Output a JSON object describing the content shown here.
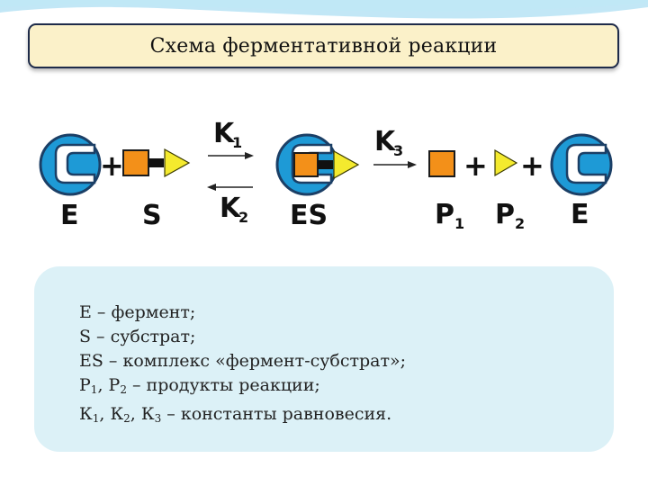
{
  "title": "Схема ферментативной реакции",
  "colors": {
    "enzyme": "#1e9ad6",
    "enzyme_outline": "#1b3f66",
    "square": "#f39019",
    "triangle": "#f4ea2e",
    "title_bg": "#fbf1c9",
    "legend_bg": "#dcf1f7"
  },
  "diagram": {
    "plus": "+",
    "E": "E",
    "S": "S",
    "ES": "ES",
    "K": "K",
    "P": "P",
    "k1_sub": "1",
    "k2_sub": "2",
    "k3_sub": "3",
    "p1_sub": "1",
    "p2_sub": "2"
  },
  "legend": {
    "e_line": "Е – фермент;",
    "s_line": "S – субстрат;",
    "es_line": "ES – комплекс «фермент-субстрат»;",
    "p_line": {
      "p1": "Р",
      "sub1": "1",
      "sep": ", Р",
      "sub2": "2",
      "rest": " – продукты реакции;"
    },
    "k_line": {
      "k1": "К",
      "sub1": "1",
      "sep1": ", К",
      "sub2": "2",
      "sep2": ", К",
      "sub3": "3",
      "rest": " – константы равновесия."
    }
  }
}
